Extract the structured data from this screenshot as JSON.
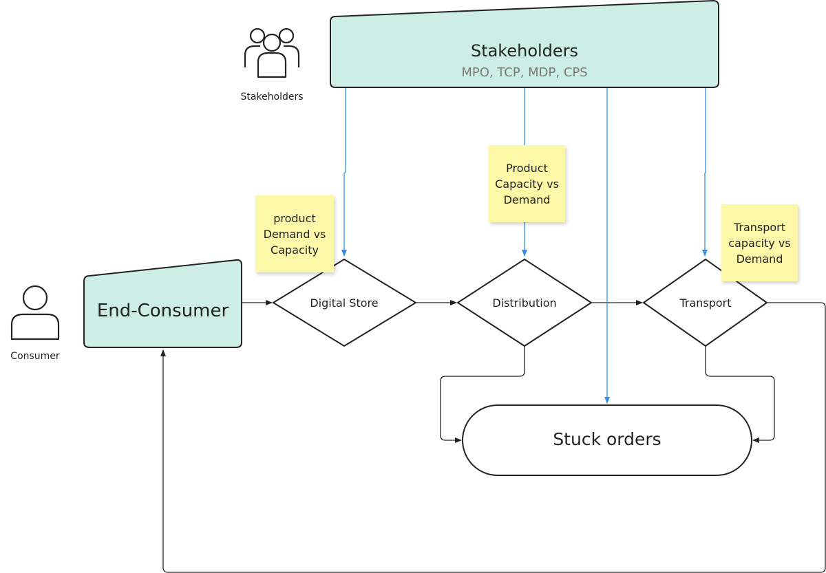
{
  "colors": {
    "teal_fill": "#cdeee4",
    "sticky_fill": "#fdf7a8",
    "blue_arrow": "#2f8fe8",
    "stroke": "#222222",
    "subtitle": "#7a7a7a"
  },
  "stakeholders": {
    "title": "Stakeholders",
    "subtitle": "MPO, TCP, MDP, CPS",
    "icon": "group-icon",
    "icon_label": "Stakeholders"
  },
  "consumer": {
    "icon": "person-icon",
    "icon_label": "Consumer",
    "box_label": "End-Consumer"
  },
  "decisions": {
    "digital_store": "Digital Store",
    "distribution": "Distribution",
    "transport": "Transport"
  },
  "terminal": {
    "label": "Stuck orders"
  },
  "notes": {
    "store": "product\nDemand vs\nCapacity",
    "distribution": "Product\nCapacity vs\nDemand",
    "transport": "Transport\ncapacity vs\nDemand"
  }
}
